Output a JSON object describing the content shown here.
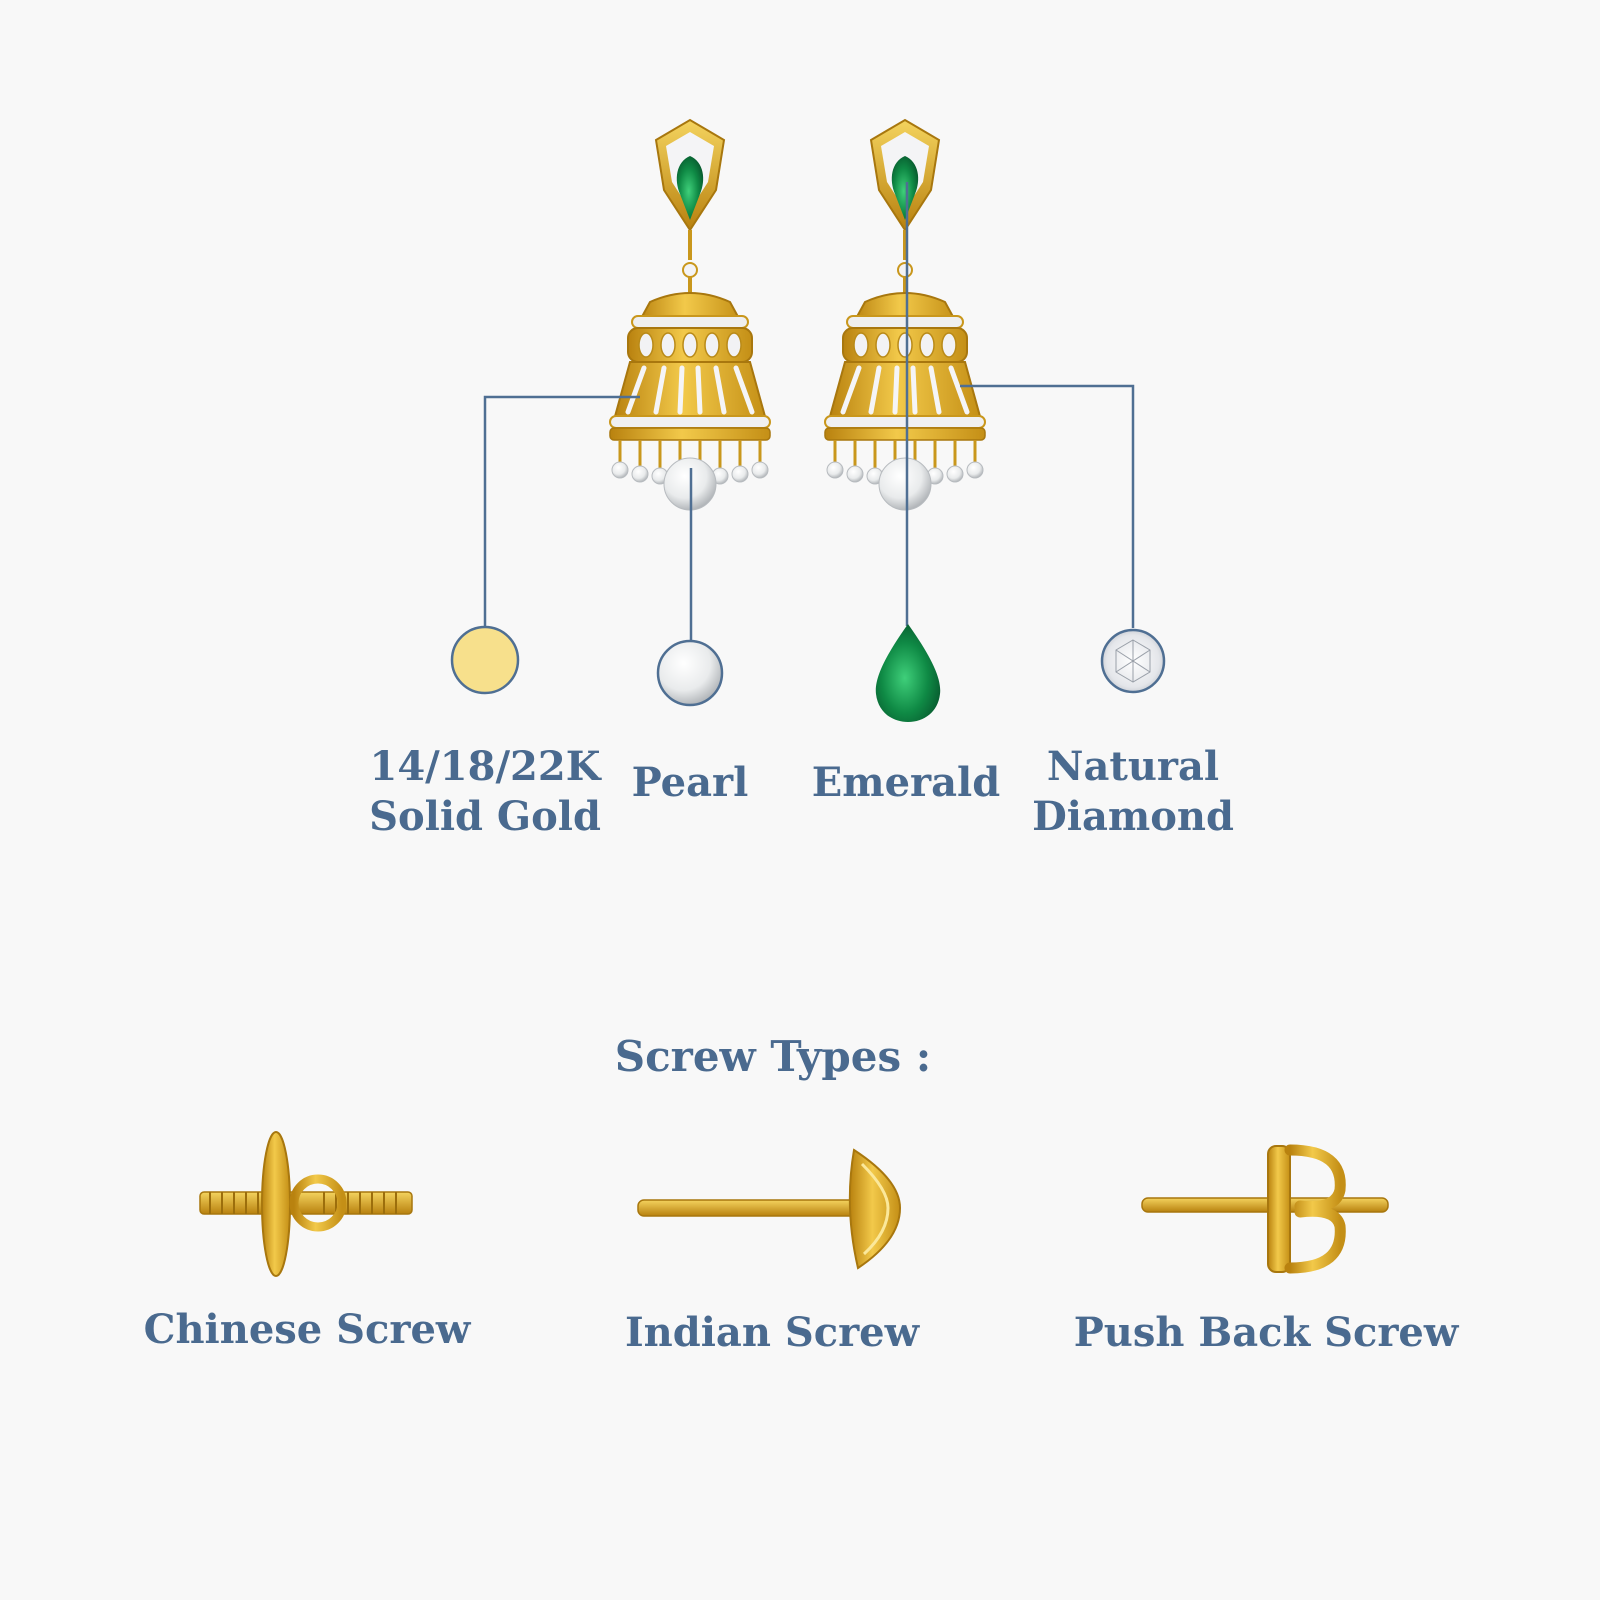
{
  "materials": [
    {
      "lines": [
        "14/18/22K",
        "Solid Gold"
      ],
      "swatch": "gold-swatch-icon"
    },
    {
      "lines": [
        "Pearl"
      ],
      "swatch": "pearl-icon"
    },
    {
      "lines": [
        "Emerald"
      ],
      "swatch": "emerald-icon"
    },
    {
      "lines": [
        "Natural",
        "Diamond"
      ],
      "swatch": "diamond-icon"
    }
  ],
  "screw_section": {
    "title": "Screw Types :",
    "types": [
      {
        "label": "Chinese Screw",
        "icon": "chinese-screw-icon"
      },
      {
        "label": "Indian Screw",
        "icon": "indian-screw-icon"
      },
      {
        "label": "Push Back Screw",
        "icon": "push-back-screw-icon"
      }
    ]
  },
  "colors": {
    "text": "#4a6a8f",
    "leader_line": "#4f6f93",
    "gold": "#d9a520",
    "gold_light": "#f7e08c",
    "emerald": "#0f8a45",
    "pearl": "#e6e8ea",
    "background": "#f8f8f8"
  }
}
